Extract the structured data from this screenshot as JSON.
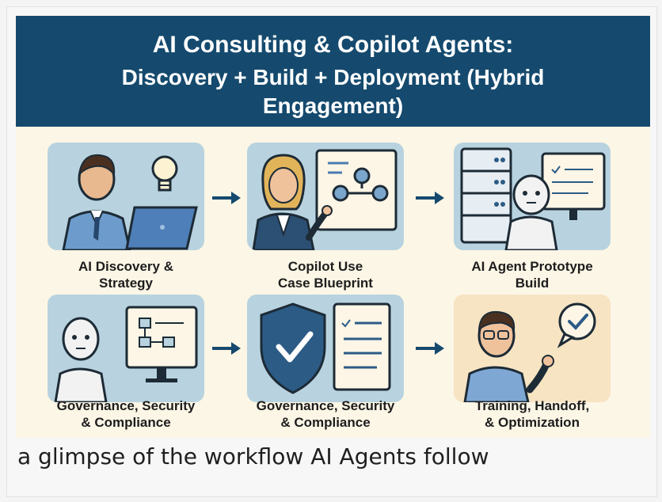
{
  "header": {
    "title_line1": "AI Consulting & Copilot Agents:",
    "title_line2": "Discovery + Build + Deployment (Hybrid",
    "title_line3": "Engagement)"
  },
  "steps": [
    {
      "line1": "AI Discovery &",
      "line2": "Strategy",
      "icon": "consultant-laptop-lightbulb"
    },
    {
      "line1": "Copilot Use",
      "line2": "Case Blueprint",
      "icon": "presenter-flowchart"
    },
    {
      "line1": "AI Agent Prototype",
      "line2": "Build",
      "icon": "robot-server-monitor"
    },
    {
      "line1": "Governance, Security",
      "line2": "& Compliance",
      "icon": "robot-monitor-flowchart"
    },
    {
      "line1": "Governance, Security",
      "line2": "& Compliance",
      "icon": "shield-checklist"
    },
    {
      "line1": "Training, Handoff,",
      "line2": "& Optimization",
      "icon": "trainer-check-bubble"
    }
  ],
  "caption": "a glimpse of the workflow AI Agents follow",
  "colors": {
    "banner": "#154a6e",
    "panel": "#b8d3df",
    "panel_warm": "#f7e4c3",
    "background": "#fcf6e6",
    "arrow": "#154a6e"
  }
}
